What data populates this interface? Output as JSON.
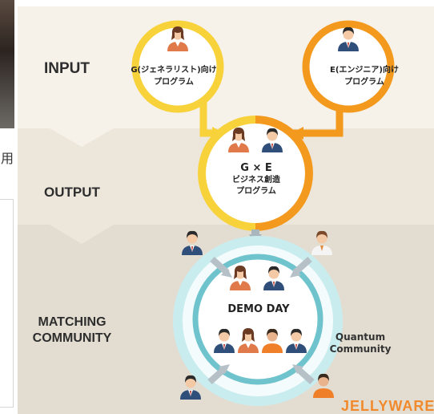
{
  "left_fragment": {
    "char": "用"
  },
  "rows": {
    "input": "INPUT",
    "output": "OUTPUT",
    "matching_line1": "MATCHING",
    "matching_line2": "COMMUNITY"
  },
  "programs": {
    "g_line1": "G(ジェネラリスト)向け",
    "g_line2": "プログラム",
    "e_line1": "E(エンジニア)向け",
    "e_line2": "プログラム",
    "ge_title": "G × E",
    "ge_line1": "ビジネス創造",
    "ge_line2": "プログラム"
  },
  "matching": {
    "demo_day": "DEMO DAY",
    "community_line1": "Quantum",
    "community_line2": "Community"
  },
  "brand": "JELLYWARE",
  "colors": {
    "g_circle": "#f7d23a",
    "e_circle": "#f39a1e",
    "community_ring": "#c9ecef",
    "demo_ring": "#6fc3cd",
    "arrow": "#a9b6bd"
  },
  "icons": [
    "woman-avatar-icon",
    "man-avatar-icon",
    "team-avatars-icon",
    "arrow-icon"
  ]
}
